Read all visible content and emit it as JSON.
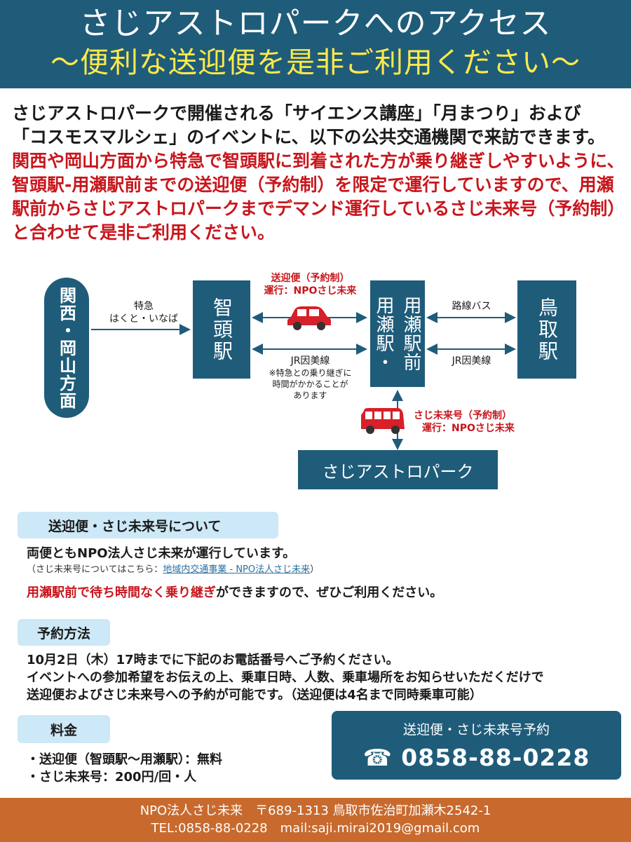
{
  "header": {
    "title": "さじアストロパークへのアクセス",
    "subtitle": "〜便利な送迎便を是非ご利用ください〜"
  },
  "intro": {
    "line1": "さじアストロパークで開催される「サイエンス講座」「月まつり」および",
    "line2": "「コスモスマルシェ」のイベントに、以下の公共交通機関で来訪できます。",
    "red_text": "関西や岡山方面から特急で智頭駅に到着された方が乗り継ぎしやすいように、智頭駅-用瀬駅前までの送迎便（予約制）を限定で運行していますので、用瀬駅前からさじアストロパークまでデマンド運行しているさじ未来号（予約制）と合わせて是非ご利用ください。"
  },
  "diagram": {
    "kansai": "関西・岡山方面",
    "tokkyu_label_1": "特急",
    "tokkyu_label_2": "はくと・いなば",
    "chizu": "智頭駅",
    "sougei_1": "送迎便（予約制）",
    "sougei_2": "運行：NPOさじ未来",
    "jr_inbi_left": "JR因美線",
    "note_1": "※特急との乗り継ぎに",
    "note_2": "時間がかかることが",
    "note_3": "あります",
    "mochigase_1": "用瀬駅・",
    "mochigase_2": "用瀬駅前",
    "rosen_bus": "路線バス",
    "jr_inbi_right": "JR因美線",
    "tottori": "鳥取駅",
    "sajimirai_1": "さじ未来号（予約制）",
    "sajimirai_2": "運行：NPOさじ未来",
    "astropark": "さじアストロパーク"
  },
  "section_about": {
    "title": "送迎便・さじ未来号について",
    "line1": "両便ともNPO法人さじ未来が運行しています。",
    "note_prefix": "（さじ未来号についてはこちら：",
    "note_link": "地域内交通事業 - NPO法人さじ未来",
    "note_suffix": "）",
    "line3_red": "用瀬駅前で待ち時間なく乗り継ぎ",
    "line3_rest": "ができますので、ぜひご利用ください。"
  },
  "section_reserve": {
    "title": "予約方法",
    "line1": "10月2日（木）17時までに下記のお電話番号へご予約ください。",
    "line2": "イベントへの参加希望をお伝えの上、乗車日時、人数、乗車場所をお知らせいただくだけで",
    "line3": "送迎便およびさじ未来号への予約が可能です。（送迎便は4名まで同時乗車可能）"
  },
  "section_fee": {
    "title": "料金",
    "line1": "・送迎便（智頭駅〜用瀬駅）：無料",
    "line2": "・さじ未来号：200円/回・人"
  },
  "phone_box": {
    "title": "送迎便・さじ未来号予約",
    "number": "0858-88-0228"
  },
  "footer": {
    "line1": "NPO法人さじ未来　〒689-1313 鳥取市佐治町加瀬木2542-1",
    "line2": "TEL:0858-88-0228　mail:saji.mirai2019@gmail.com"
  },
  "colors": {
    "navy": "#1f5c7a",
    "red": "#c8161d",
    "yellow": "#ffe94a",
    "orange": "#c86a2e",
    "light_blue": "#cde8f6"
  }
}
